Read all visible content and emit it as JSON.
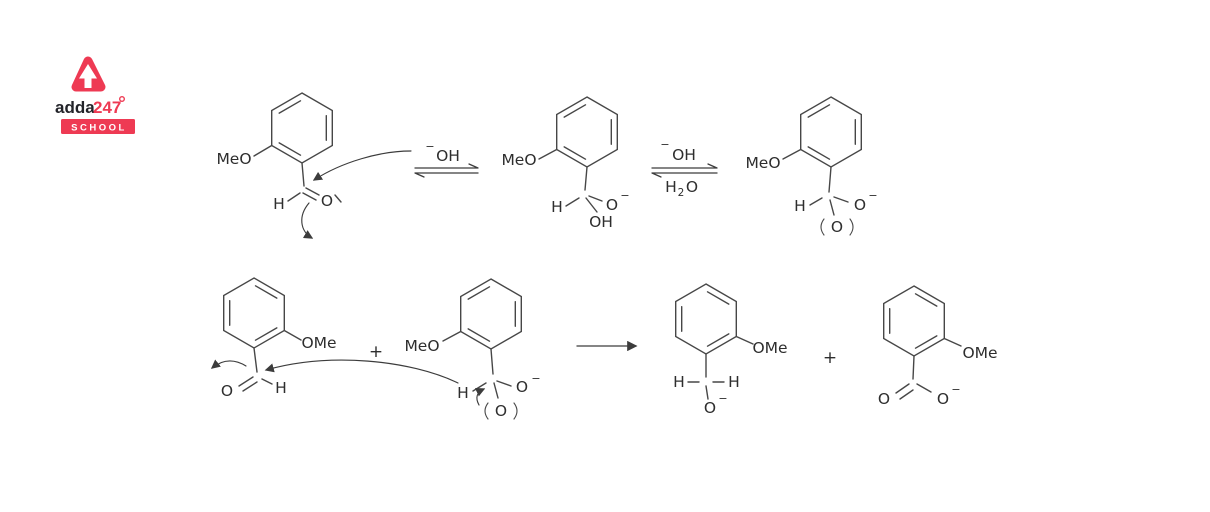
{
  "logo": {
    "brand": "adda",
    "brand_number": "247",
    "tagline": "SCHOOL"
  },
  "colors": {
    "logo_red": "#ee3a53",
    "ink": "#2e2e2e",
    "background": "#ffffff"
  },
  "scheme": {
    "row1": {
      "aldehyde": {
        "methoxy": "MeO",
        "h": "H",
        "o": "O"
      },
      "equilibrium1": {
        "above_charge": "−",
        "above": "OH"
      },
      "tetrahedral_intermediate": {
        "methoxy": "MeO",
        "h": "H",
        "o_minus": "O",
        "charge": "−",
        "oh": "OH"
      },
      "equilibrium2": {
        "above_charge": "−",
        "above": "OH",
        "below_h": "H",
        "below_sub": "2",
        "below_o": "O"
      },
      "dianion": {
        "methoxy": "MeO",
        "h": "H",
        "o_minus": "O",
        "charge": "−",
        "o_bottom": "O"
      }
    },
    "row2": {
      "aldehyde": {
        "methoxy": "OMe",
        "h": "H",
        "o": "O"
      },
      "plus_left": "+",
      "dianion": {
        "methoxy": "MeO",
        "h": "H",
        "o_minus": "O",
        "charge": "−",
        "o_bottom": "O"
      },
      "alkoxide": {
        "methoxy": "OMe",
        "h_left": "H",
        "h_right": "H",
        "o": "O",
        "charge": "−"
      },
      "plus_right": "+",
      "carboxylate": {
        "methoxy": "OMe",
        "o_double": "O",
        "o_minus": "O",
        "charge": "−"
      }
    }
  }
}
